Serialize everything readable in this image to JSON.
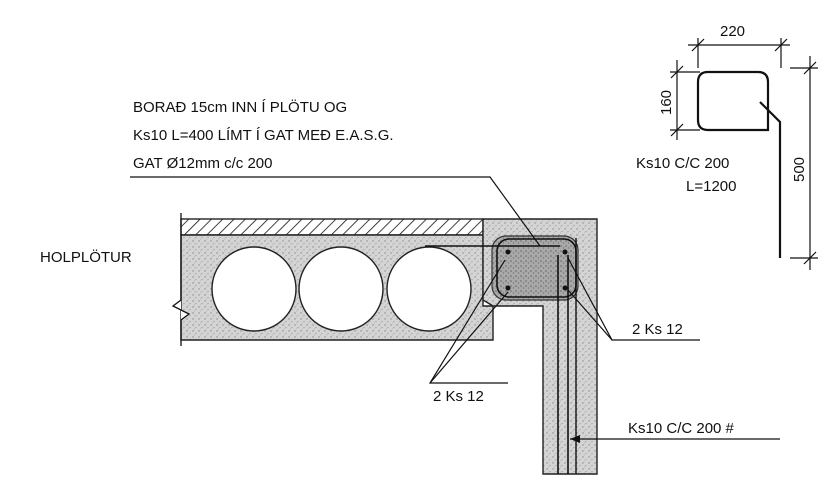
{
  "labels": {
    "note_line1": "BORAÐ 15cm INN Í PLÖTU OG",
    "note_line2": "Ks10 L=400 LÍMT Í GAT MEÐ E.A.S.G.",
    "note_line3": "GAT Ø12mm c/c 200",
    "holplotur": "HOLPLÖTUR",
    "ks12_left": "2 Ks 12",
    "ks12_right": "2 Ks 12",
    "ks10_cc_hash": "Ks10 C/C 200 #"
  },
  "detail": {
    "dim_width": "220",
    "dim_height": "160",
    "dim_length": "500",
    "bar_line1": "Ks10 C/C 200",
    "bar_line2": "L=1200"
  },
  "colors": {
    "concrete_fill": "#cfcfcf",
    "line": "#111111"
  }
}
